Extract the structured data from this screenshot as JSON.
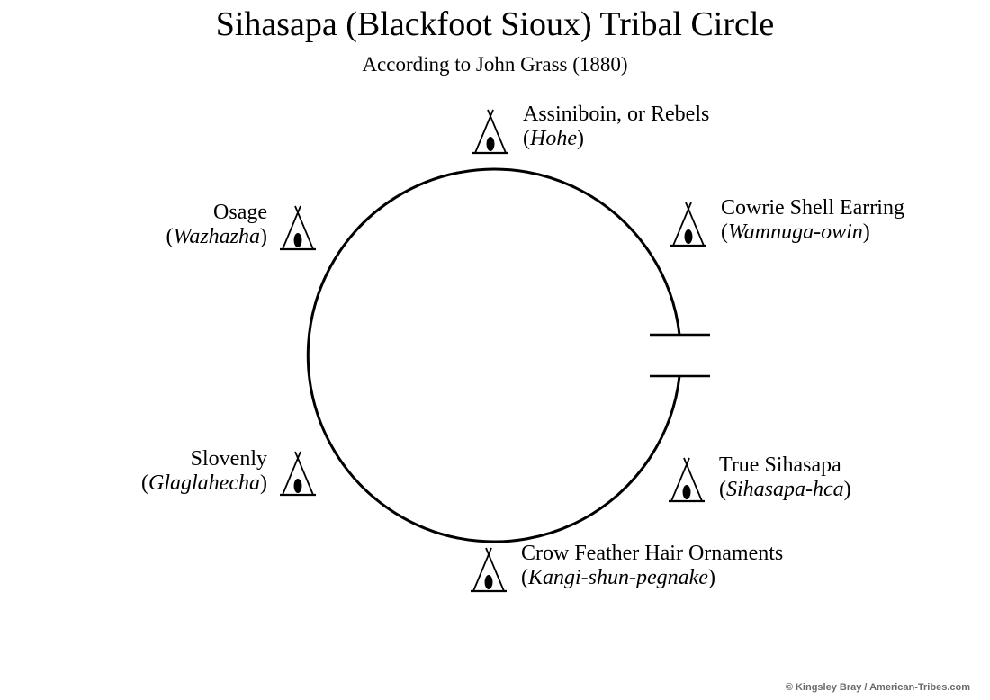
{
  "title": "Sihasapa (Blackfoot Sioux) Tribal Circle",
  "subtitle": "According to John Grass (1880)",
  "bands": {
    "top": {
      "name": "Assiniboin, or Rebels",
      "native": "Hohe"
    },
    "upper_right": {
      "name": "Cowrie Shell Earring",
      "native": "Wamnuga-owin"
    },
    "lower_right": {
      "name": "True Sihasapa",
      "native": "Sihasapa-hca"
    },
    "bottom": {
      "name": "Crow Feather Hair Ornaments",
      "native": "Kangi-shun-pegnake"
    },
    "lower_left": {
      "name": "Slovenly",
      "native": "Glaglahecha"
    },
    "upper_left": {
      "name": "Osage",
      "native": "Wazhazha"
    }
  },
  "paren_open": "(",
  "paren_close": ")",
  "credit": "© Kingsley Bray / American-Tribes.com",
  "icons": {
    "tipi": "tipi-icon"
  }
}
